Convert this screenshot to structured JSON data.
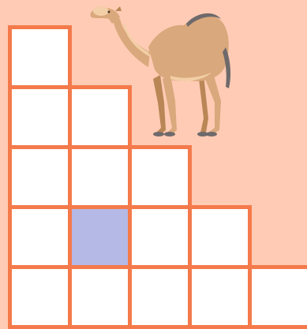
{
  "game": {
    "staircase_rows": [
      {
        "row": 1,
        "cells": 1
      },
      {
        "row": 2,
        "cells": 2
      },
      {
        "row": 3,
        "cells": 3
      },
      {
        "row": 4,
        "cells": 4,
        "highlighted_cell": 2
      },
      {
        "row": 5,
        "cells": 5
      }
    ],
    "character": "camel"
  },
  "colors": {
    "background": "#FFCBB4",
    "grid_line": "#F47A4B",
    "cell_fill": "#FFFFFF",
    "highlight_fill": "#B4B9E6",
    "camel_body": "#D9A87C",
    "camel_shadow": "#B98656",
    "camel_light": "#F2CFA6",
    "camel_hump_dark": "#6E6A6C"
  },
  "icons": {
    "character_icon": "camel-icon"
  }
}
